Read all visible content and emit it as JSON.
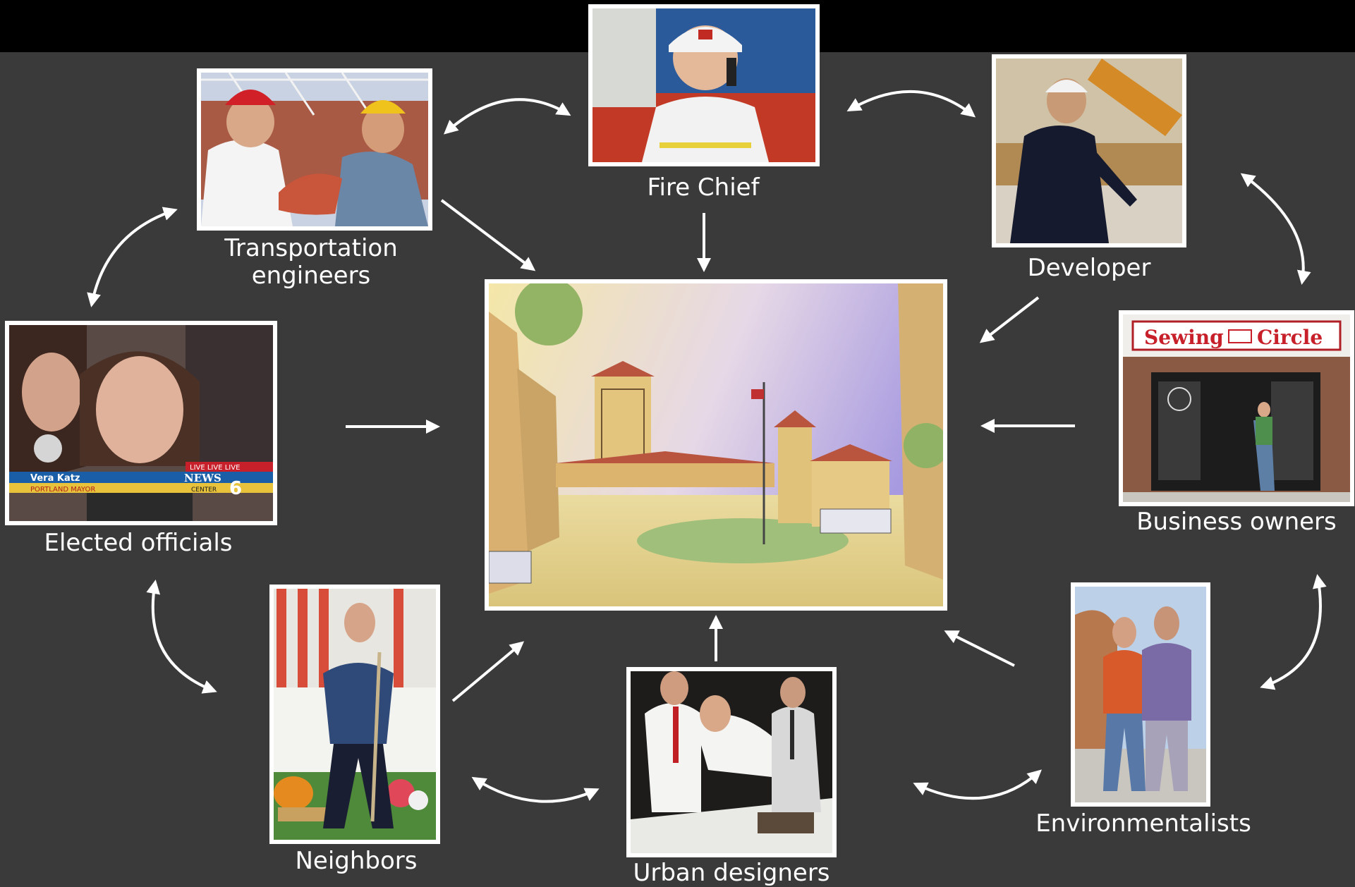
{
  "stakeholders": {
    "fire_chief": "Fire Chief",
    "transportation_engineers_line1": "Transportation",
    "transportation_engineers_line2": "engineers",
    "developer": "Developer",
    "elected_officials": "Elected officials",
    "business_owners": "Business owners",
    "neighbors": "Neighbors",
    "urban_designers": "Urban designers",
    "environmentalists": "Environmentalists"
  },
  "photo_text": {
    "storefront_sign_left": "Sewing",
    "storefront_sign_right": "Circle",
    "news_name": "Vera Katz",
    "news_title": "PORTLAND MAYOR",
    "news_live": "LIVE LIVE LIVE",
    "news_brand": "NEWS",
    "news_number": "6",
    "news_center": "CENTER"
  },
  "colors": {
    "background": "#3a3a3a",
    "top_band": "#000000",
    "photo_border": "#ffffff",
    "arrow": "#ffffff",
    "label_text": "#ffffff"
  }
}
